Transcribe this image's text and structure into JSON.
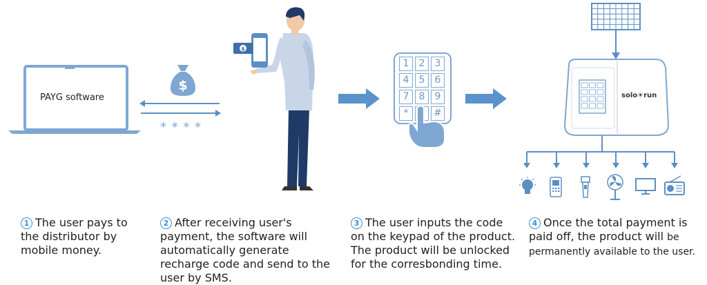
{
  "laptop": {
    "label": "PAYG software"
  },
  "code_mask": "* * * *",
  "keypad": {
    "keys": [
      "1",
      "2",
      "3",
      "4",
      "5",
      "6",
      "7",
      "8",
      "9",
      "*",
      "0",
      "#"
    ]
  },
  "device": {
    "brand": "solo☀run"
  },
  "colors": {
    "accent": "#5b8fc4",
    "light": "#7ea6d3",
    "arrow": "#5a92cc",
    "num": "#3d8fcf"
  },
  "steps": [
    {
      "num": "1",
      "text": "The user pays to the distributor by mobile money."
    },
    {
      "num": "2",
      "text": "After receiving user's payment, the software will automatically generate recharge code and  send to the user by SMS."
    },
    {
      "num": "3",
      "text": "The user inputs the code on the keypad of the product. The product will be unlocked for the corresbonding time."
    },
    {
      "num": "4",
      "line1": "Once the total payment is paid off, the product will",
      "line2": "be permanently available to the user."
    }
  ],
  "appliances": [
    "bulb-icon",
    "phone-icon",
    "flashlight-icon",
    "fan-icon",
    "tv-icon",
    "radio-icon"
  ]
}
